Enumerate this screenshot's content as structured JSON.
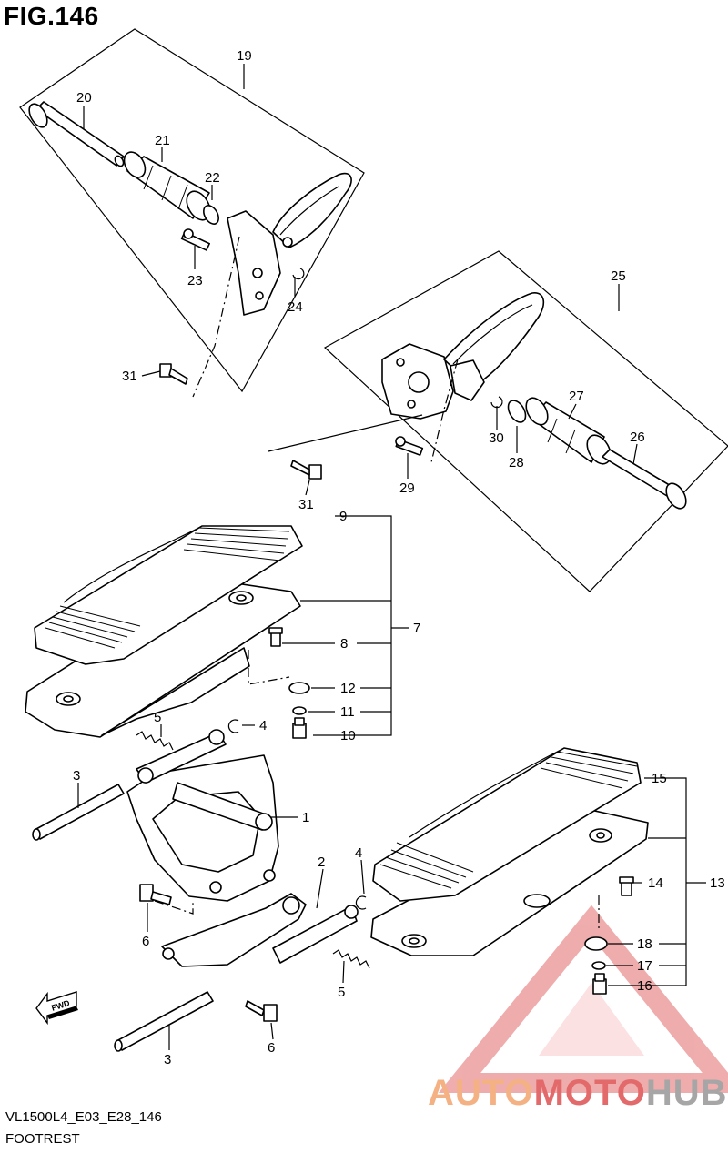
{
  "figure": {
    "title": "FIG.146",
    "model_code": "VL1500L4_E03_E28_146",
    "section_name": "FOOTREST"
  },
  "callouts": {
    "c1": "1",
    "c2": "2",
    "c3a": "3",
    "c3b": "3",
    "c4a": "4",
    "c4b": "4",
    "c5a": "5",
    "c5b": "5",
    "c6a": "6",
    "c6b": "6",
    "c7": "7",
    "c8": "8",
    "c9": "9",
    "c10": "10",
    "c11": "11",
    "c12": "12",
    "c13": "13",
    "c14": "14",
    "c15": "15",
    "c16": "16",
    "c17": "17",
    "c18": "18",
    "c19": "19",
    "c20": "20",
    "c21": "21",
    "c22": "22",
    "c23": "23",
    "c24": "24",
    "c25": "25",
    "c26": "26",
    "c27": "27",
    "c28": "28",
    "c29": "29",
    "c30": "30",
    "c31a": "31",
    "c31b": "31"
  },
  "direction_badge": {
    "label": "FWD",
    "icon": "fwd-arrow-icon"
  },
  "watermark": {
    "part1": "AUTO",
    "part2": "MOTO",
    "part3": "HUB",
    "color_orange": "#f4b183",
    "color_red": "#e36a6a",
    "color_grey": "#a6a6a6",
    "icon": "triangle-logo-icon"
  }
}
